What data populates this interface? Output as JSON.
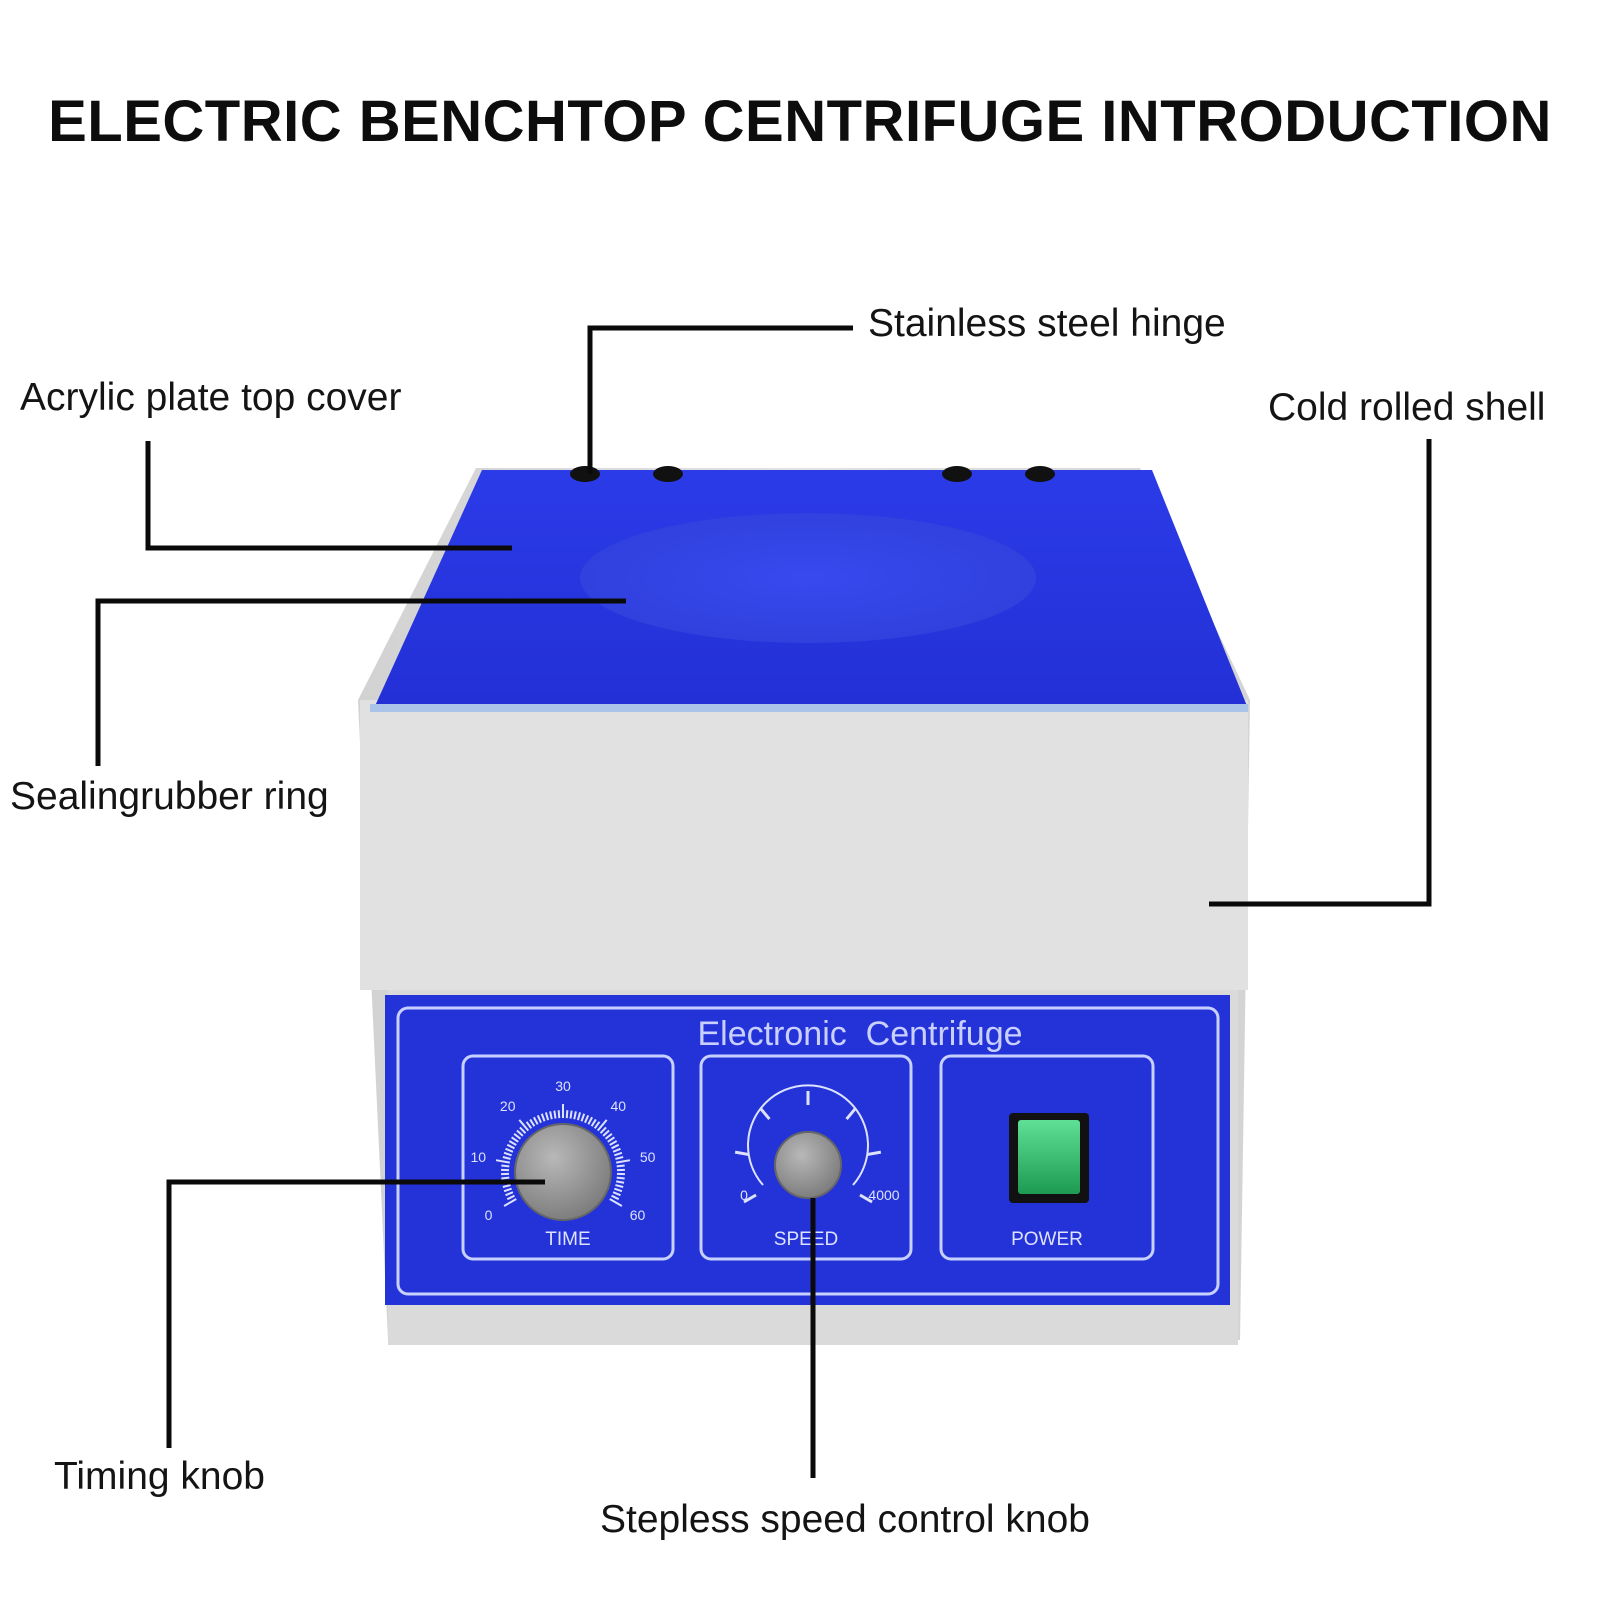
{
  "title": "ELECTRIC BENCHTOP CENTRIFUGE INTRODUCTION",
  "callouts": {
    "hinge": "Stainless steel hinge",
    "top_cover": "Acrylic plate top cover",
    "shell": "Cold rolled shell",
    "rubber_ring": "Sealingrubber ring",
    "timing_knob": "Timing knob",
    "speed_knob": "Stepless speed control knob"
  },
  "device": {
    "panel_title": "Electronic  Centrifuge",
    "time_label": "TIME",
    "speed_label": "SPEED",
    "power_label": "POWER",
    "time_ticks": [
      "0",
      "10",
      "20",
      "30",
      "40",
      "50",
      "60"
    ],
    "speed_min": "0",
    "speed_max": "4000",
    "colors": {
      "lid_blue": "#2a37e6",
      "panel_blue": "#2433d8",
      "body_grey": "#dcdcdc",
      "switch_green": "#2fbf6a"
    }
  }
}
